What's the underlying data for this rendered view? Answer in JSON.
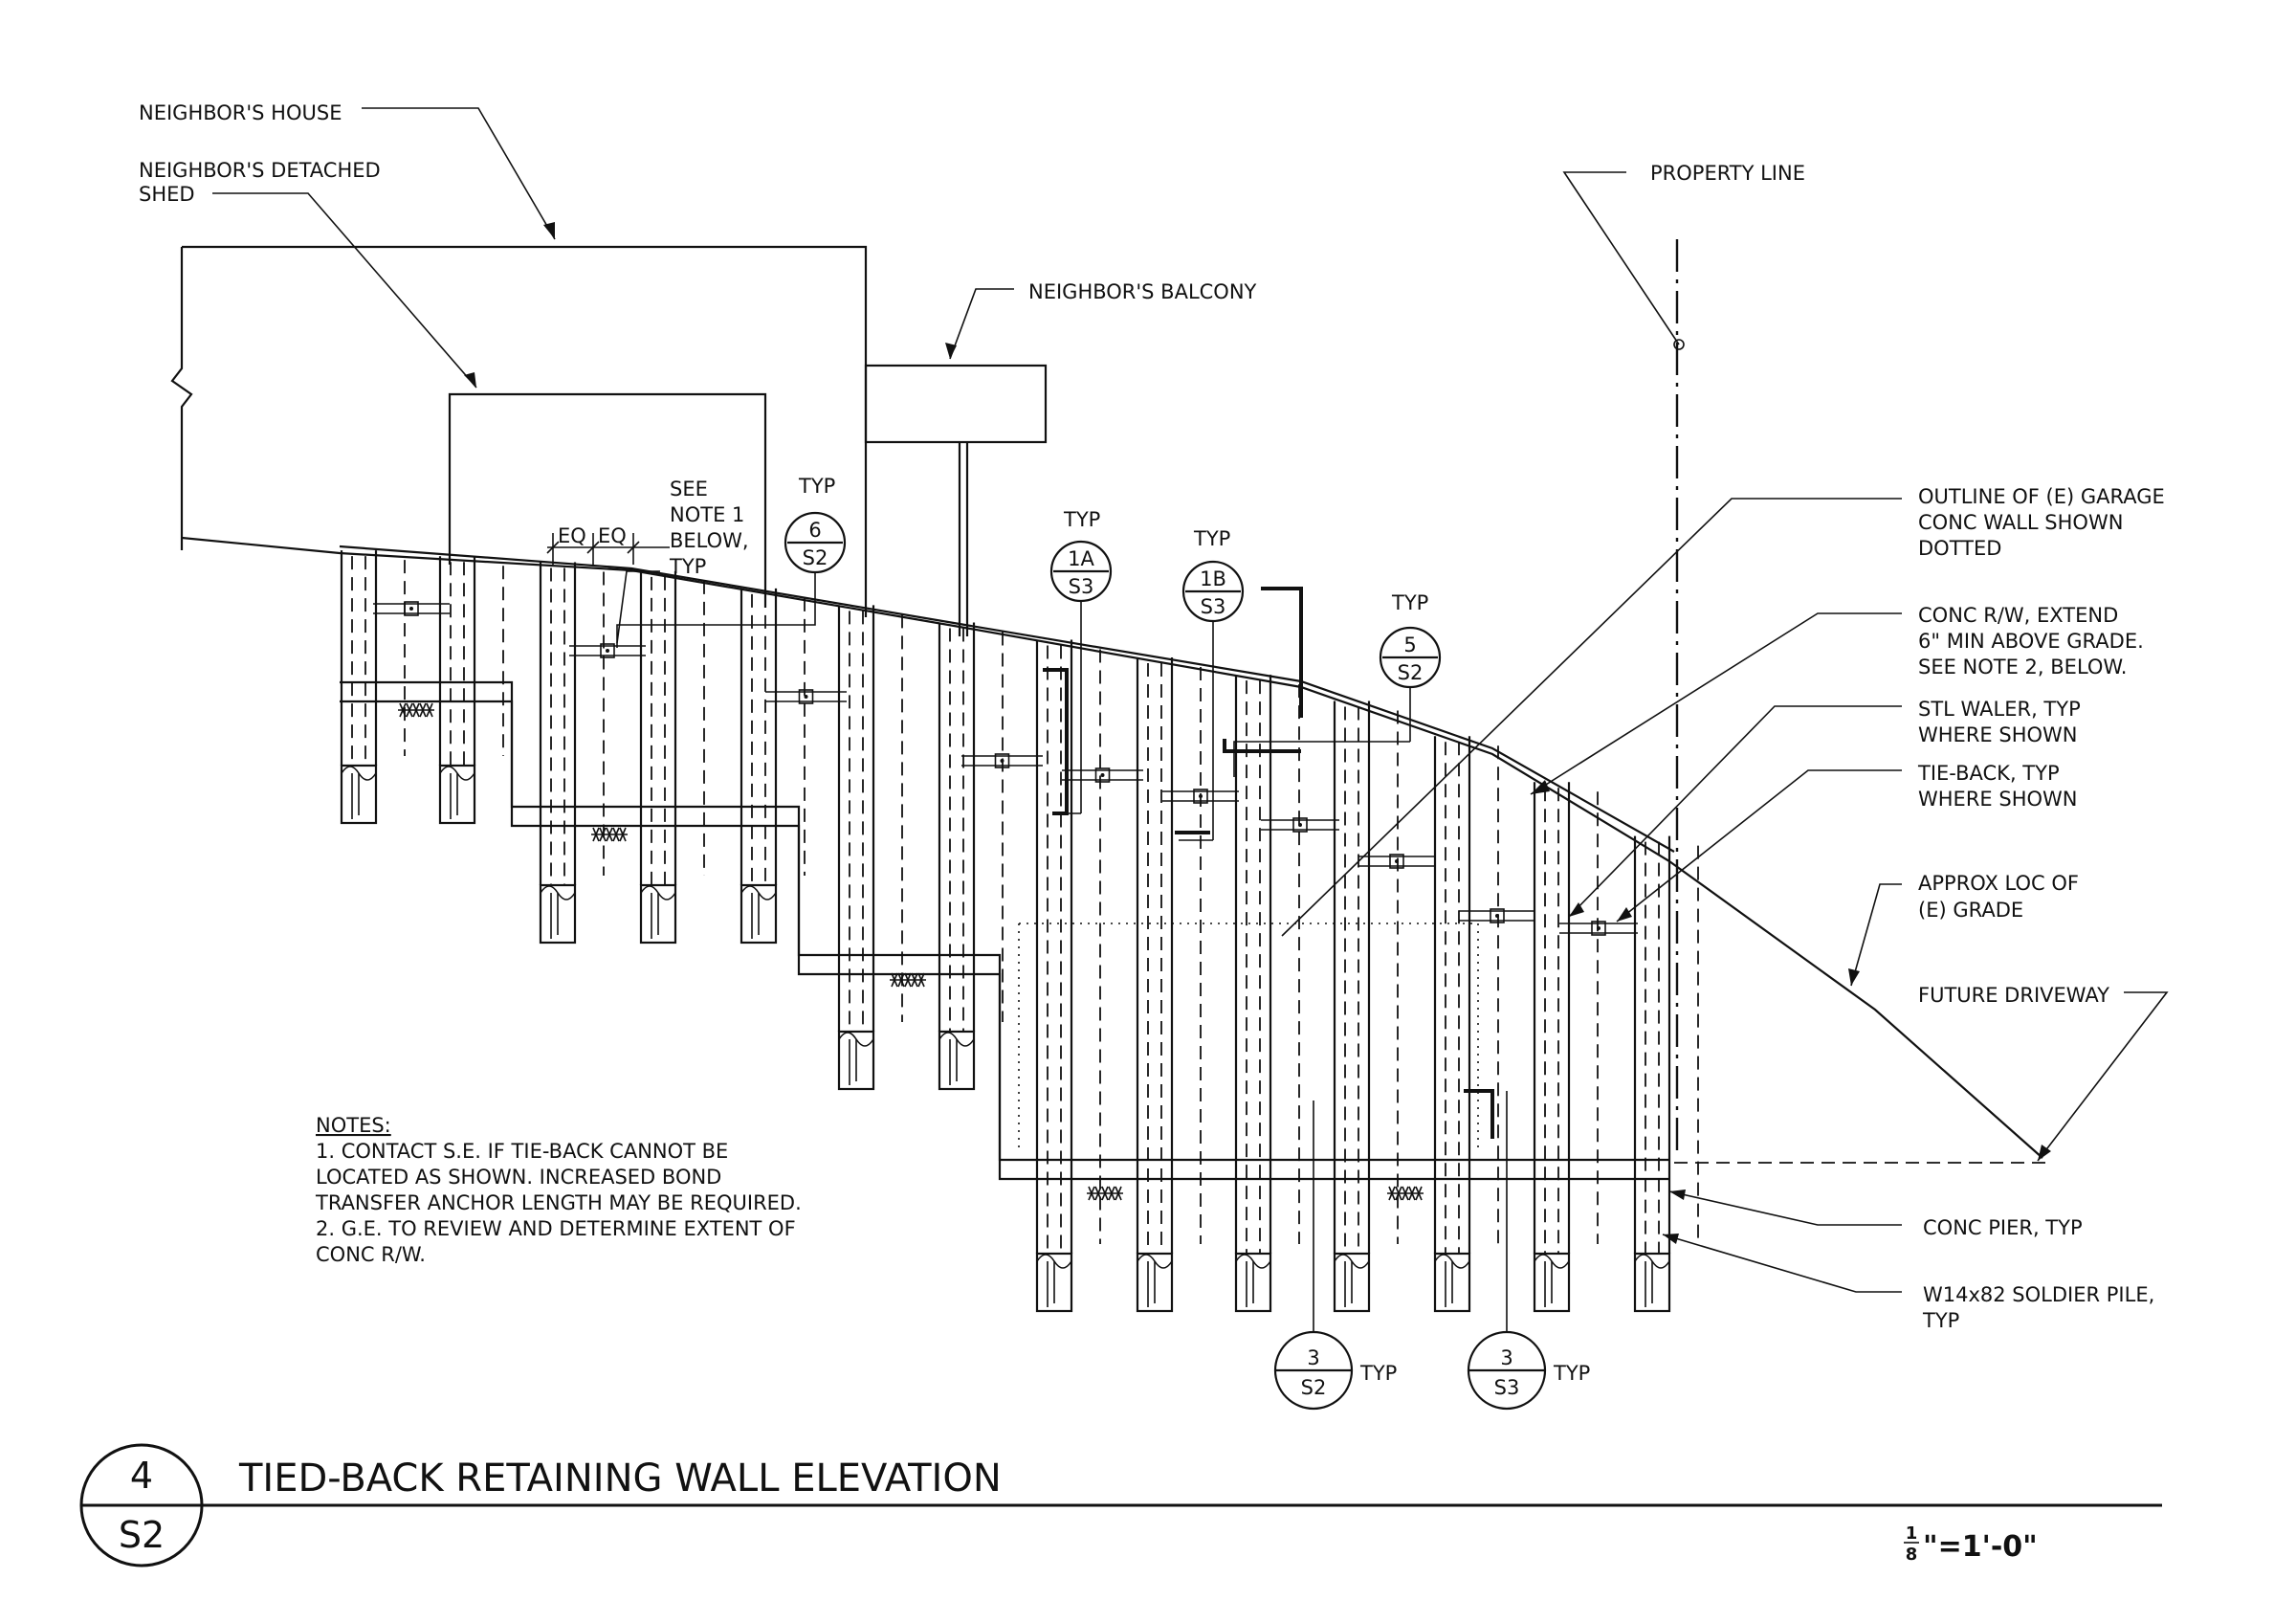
{
  "labels": {
    "neighbors_house": "NEIGHBOR'S HOUSE",
    "detached_shed_1": "NEIGHBOR'S DETACHED",
    "detached_shed_2": "SHED",
    "balcony": "NEIGHBOR'S BALCONY",
    "property_line": "PROPERTY LINE",
    "garage_1": "OUTLINE OF (E) GARAGE",
    "garage_2": "CONC WALL SHOWN",
    "garage_3": "DOTTED",
    "conc_rw_1": "CONC R/W, EXTEND",
    "conc_rw_2": "6\" MIN ABOVE GRADE.",
    "conc_rw_3": "SEE NOTE 2, BELOW.",
    "waler_1": "STL WALER, TYP",
    "waler_2": "WHERE SHOWN",
    "tieback_1": "TIE-BACK, TYP",
    "tieback_2": "WHERE SHOWN",
    "grade_1": "APPROX LOC OF",
    "grade_2": "(E) GRADE",
    "driveway": "FUTURE DRIVEWAY",
    "conc_pier": "CONC PIER, TYP",
    "soldier_1": "W14x82 SOLDIER PILE,",
    "soldier_2": "TYP",
    "eq_1": "EQ",
    "eq_2": "EQ",
    "see_note_1": "SEE",
    "see_note_2": "NOTE 1",
    "see_note_3": "BELOW,",
    "see_note_4": "TYP"
  },
  "callouts": [
    {
      "top": "6",
      "bottom": "S2",
      "typ": "TYP"
    },
    {
      "top": "1A",
      "bottom": "S3",
      "typ": "TYP"
    },
    {
      "top": "1B",
      "bottom": "S3",
      "typ": "TYP"
    },
    {
      "top": "5",
      "bottom": "S2",
      "typ": "TYP"
    },
    {
      "top": "3",
      "bottom": "S2",
      "typ": "TYP"
    },
    {
      "top": "3",
      "bottom": "S3",
      "typ": "TYP"
    }
  ],
  "notes": {
    "heading": "NOTES:",
    "line_1": "1. CONTACT S.E. IF TIE-BACK CANNOT BE",
    "line_2": "LOCATED AS SHOWN. INCREASED BOND",
    "line_3": "TRANSFER ANCHOR LENGTH MAY BE REQUIRED.",
    "line_4": "2. G.E. TO REVIEW AND DETERMINE EXTENT OF",
    "line_5": "CONC R/W."
  },
  "title": {
    "detail_number": "4",
    "sheet": "S2",
    "text": "TIED-BACK RETAINING WALL ELEVATION",
    "scale_num": "1",
    "scale_den": "8",
    "scale_rest": "\"=1'-0\""
  }
}
